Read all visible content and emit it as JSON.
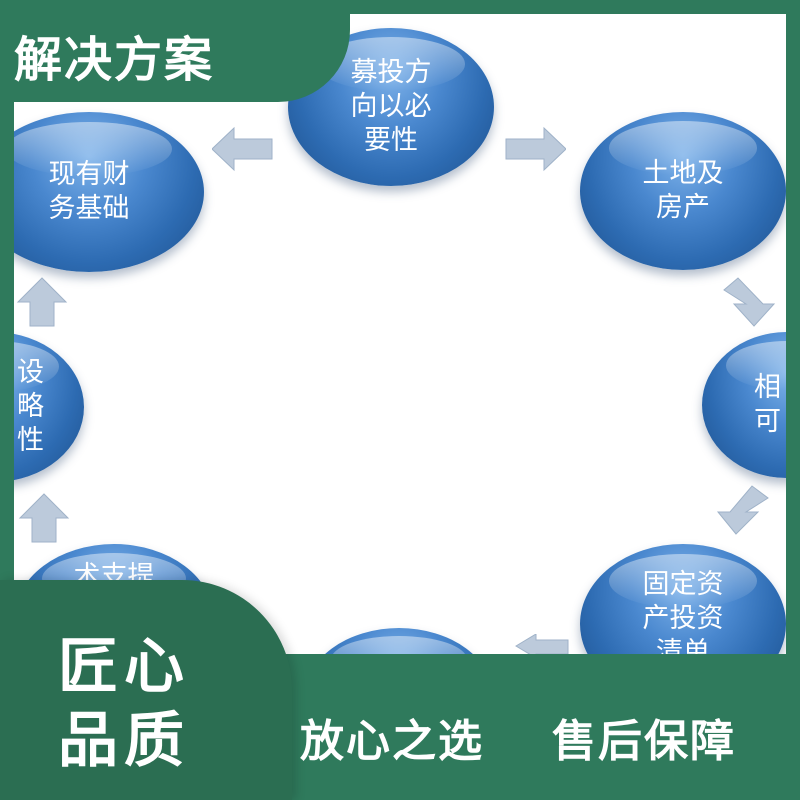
{
  "header": {
    "title": "解决方案"
  },
  "diagram": {
    "nodes": [
      {
        "id": "top",
        "label": "募投方\n向以必\n要性"
      },
      {
        "id": "top-left",
        "label": "现有财\n务基础"
      },
      {
        "id": "top-right",
        "label": "土地及\n房产"
      },
      {
        "id": "right",
        "label": "相\n可"
      },
      {
        "id": "bottom-right",
        "label": "固定资\n产投资\n清单"
      },
      {
        "id": "bottom",
        "label": ""
      },
      {
        "id": "bottom-left",
        "label": "术支提"
      },
      {
        "id": "left",
        "label": "设\n略\n性"
      }
    ]
  },
  "badge": {
    "line1": "匠心",
    "line2": "品质"
  },
  "footer": {
    "slogan_left": "放心之选",
    "slogan_right": "售后保障"
  },
  "colors": {
    "brand_green": "#2f7a5c",
    "bubble_blue": "#2d6bb2",
    "arrow_gray": "#b8c8dc"
  }
}
